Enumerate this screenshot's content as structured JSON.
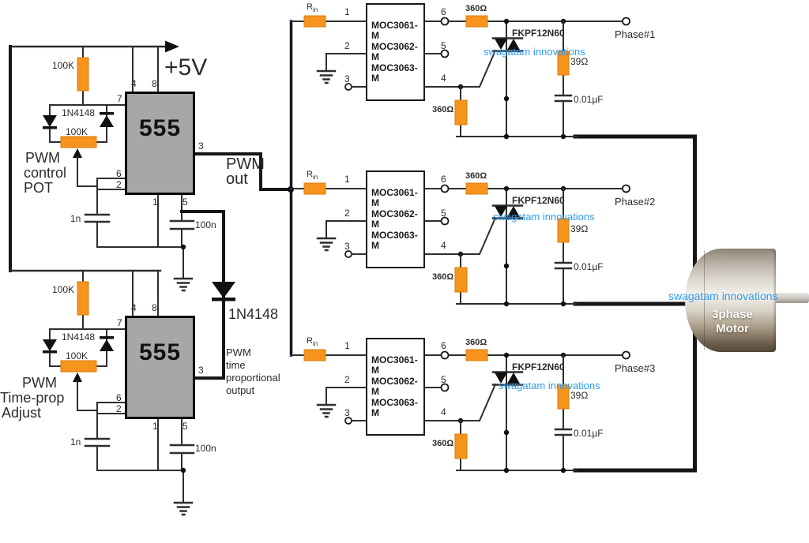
{
  "colors": {
    "resistor_fill": "#F7941E",
    "resistor_border": "#D87C08",
    "watermark": "#2E9BF0",
    "chip_fill": "#A7A7A7"
  },
  "power_rail": {
    "label": "+5V"
  },
  "timer_a": {
    "chip_label": "555",
    "r_top": "100K",
    "diode_pair": "1N4148",
    "pot_value": "100K",
    "c_timing": "1n",
    "c_control": "100n",
    "caption_lines": [
      "PWM",
      "control",
      "POT"
    ],
    "pins": {
      "p4": "4",
      "p8": "8",
      "p7": "7",
      "p3": "3",
      "p6": "6",
      "p2": "2",
      "p1": "1",
      "p5": "5"
    }
  },
  "timer_b": {
    "chip_label": "555",
    "r_top": "100K",
    "diode_pair": "1N4148",
    "pot_value": "100K",
    "c_timing": "1n",
    "c_control": "100n",
    "caption_lines": [
      "PWM",
      "Time-prop",
      "Adjust"
    ],
    "pins": {
      "p4": "4",
      "p8": "8",
      "p7": "7",
      "p3": "3",
      "p6": "6",
      "p2": "2",
      "p1": "1",
      "p5": "5"
    }
  },
  "pwm_out": {
    "lines": [
      "PWM",
      "out"
    ]
  },
  "coupling_diode_label": "1N4148",
  "pwm_time_caption": [
    "PWM",
    "time",
    "proportional",
    "output"
  ],
  "channels": [
    {
      "input_r": "R",
      "input_r_sub": "in",
      "pins": {
        "p1": "1",
        "p2": "2",
        "p3": "3",
        "p6": "6",
        "p5": "5",
        "p4": "4"
      },
      "moc_lines": [
        "MOC3061-M",
        "MOC3062-M",
        "MOC3063-M"
      ],
      "r_series": "360Ω",
      "r_gate": "360Ω",
      "device": "FKPF12N60",
      "snubber_r": "39Ω",
      "snubber_c": "0.01µF",
      "phase": "Phase#1",
      "watermark": "swagatam innovations"
    },
    {
      "input_r": "R",
      "input_r_sub": "in",
      "pins": {
        "p1": "1",
        "p2": "2",
        "p3": "3",
        "p6": "6",
        "p5": "5",
        "p4": "4"
      },
      "moc_lines": [
        "MOC3061-M",
        "MOC3062-M",
        "MOC3063-M"
      ],
      "r_series": "360Ω",
      "r_gate": "360Ω",
      "device": "FKPF12N60",
      "snubber_r": "39Ω",
      "snubber_c": "0.01µF",
      "phase": "Phase#2",
      "watermark": "swagatam innovations"
    },
    {
      "input_r": "R",
      "input_r_sub": "in",
      "pins": {
        "p1": "1",
        "p2": "2",
        "p3": "3",
        "p6": "6",
        "p5": "5",
        "p4": "4"
      },
      "moc_lines": [
        "MOC3061-M",
        "MOC3062-M",
        "MOC3063-M"
      ],
      "r_series": "360Ω",
      "r_gate": "360Ω",
      "device": "FKPF12N60",
      "snubber_r": "39Ω",
      "snubber_c": "0.01µF",
      "phase": "Phase#3",
      "watermark": "swagatam innovations"
    }
  ],
  "motor": {
    "lines": [
      "3phase",
      "Motor"
    ],
    "watermark": "swagatam innovations"
  }
}
